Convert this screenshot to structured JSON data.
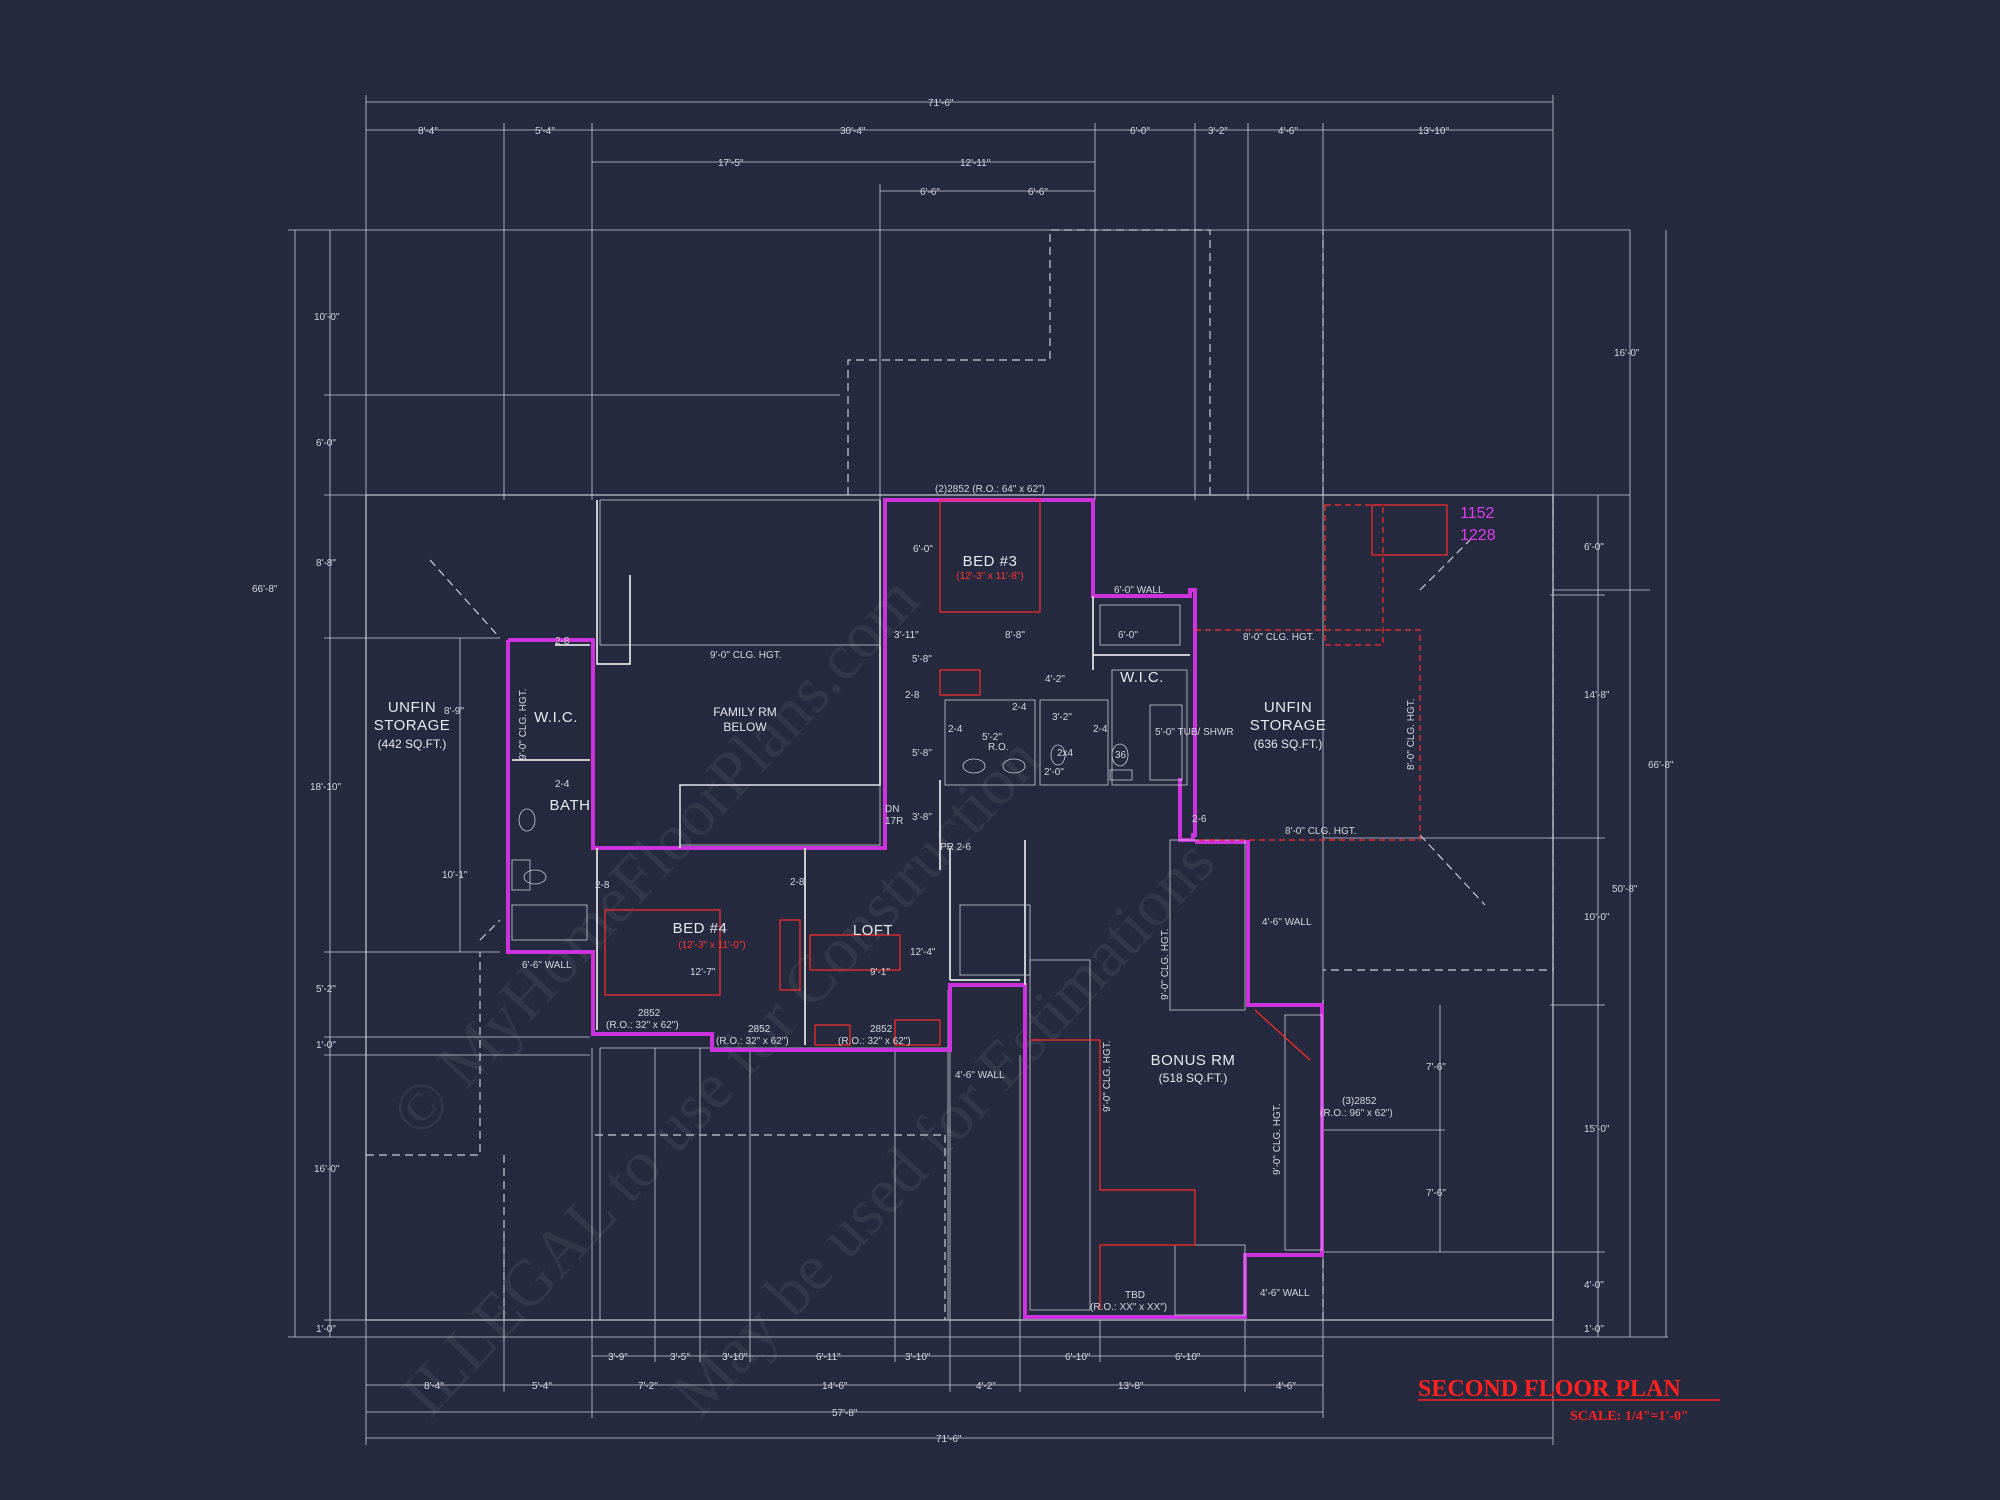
{
  "plan_title": "SECOND FLOOR PLAN",
  "scale": "SCALE: 1/4\"=1'-0\"",
  "watermark": {
    "line1": "© MyHomeFloorPlans.com",
    "line2": "ILLEGAL to use for Construction",
    "line3": "May be used for Estimations"
  },
  "rooms": {
    "unfin_left": {
      "name1": "UNFIN",
      "name2": "STORAGE",
      "area": "(442 SQ.FT.)"
    },
    "unfin_right": {
      "name1": "UNFIN",
      "name2": "STORAGE",
      "area": "(636 SQ.FT.)"
    },
    "wic_left": "W.I.C.",
    "wic_right": "W.I.C.",
    "bath": "BATH",
    "family": {
      "name1": "FAMILY RM",
      "name2": "BELOW"
    },
    "bed3": {
      "name": "BED #3",
      "size": "(12'-3\" x 11'-8\")"
    },
    "bed4": {
      "name": "BED #4",
      "size": "(12'-3\" x 11'-0\")"
    },
    "loft": "LOFT",
    "bonus": {
      "name": "BONUS RM",
      "area": "(518 SQ.FT.)"
    }
  },
  "stair_labels": {
    "dn": "DN",
    "risers": "17R"
  },
  "magenta_labels": [
    "1152",
    "1228"
  ],
  "top_dims": {
    "overall": "71'-6\"",
    "row1": [
      "8'-4\"",
      "5'-4\"",
      "30'-4\"",
      "6'-0\"",
      "3'-2\"",
      "4'-6\"",
      "13'-10\""
    ],
    "row2": [
      "17'-5\"",
      "12'-11\""
    ],
    "row3": [
      "6'-6\"",
      "6'-6\""
    ]
  },
  "bottom_dims": {
    "row1": [
      "3'-9\"",
      "3'-5\"",
      "3'-10\"",
      "6'-11\"",
      "3'-10\"",
      "6'-10\"",
      "6'-10\""
    ],
    "row2": [
      "8'-4\"",
      "5'-4\"",
      "7'-2\"",
      "14'-6\"",
      "4'-2\"",
      "13'-8\"",
      "4'-6\""
    ],
    "row3": "57'-8\"",
    "overall": "71'-6\""
  },
  "left_dims": {
    "overall": "66'-8\"",
    "segments": [
      "10'-0\"",
      "6'-0\"",
      "8'-8\"",
      "18'-10\"",
      "5'-2\"",
      "1'-0\"",
      "16'-0\"",
      "1'-0\""
    ],
    "inner": [
      "8'-9\"",
      "10'-1\""
    ]
  },
  "right_dims": {
    "overall": "66'-8\"",
    "segments": [
      "16'-0\"",
      "6'-0\"",
      "14'-8\"",
      "10'-0\"",
      "15'-0\"",
      "4'-0\"",
      "1'-0\""
    ],
    "sub": "50'-8\"",
    "inner": [
      "7'-6\"",
      "7'-6\""
    ]
  },
  "notes": {
    "clg_left": "9'-0\" CLG. HGT.",
    "clg_family": "9'-0\" CLG. HGT.",
    "clg_right_top": "8'-0\" CLG. HGT.",
    "clg_right_vert": "8'-0\" CLG. HGT.",
    "clg_right_bottom": "8'-0\" CLG. HGT.",
    "clg_bonus1": "9'-0\" CLG. HGT.",
    "clg_bonus2": "9'-0\" CLG. HGT.",
    "clg_bonus3": "9'-0\" CLG. HGT.",
    "wall_left": "6'-6\" WALL",
    "wall_bed3": "6'-0\" WALL",
    "wall_bonus1": "4'-6\" WALL",
    "wall_bonus2": "4'-6\" WALL",
    "wall_bonus3": "4'-6\" WALL",
    "win_bed3": "(2)2852    (R.O.: 64\" x 62\")",
    "win_bed4_a": "2852",
    "win_bed4_b": "(R.O.: 32\" x 62\")",
    "win_mid_a": "2852",
    "win_mid_b": "(R.O.: 32\" x 62\")",
    "win_loft_a": "2852",
    "win_loft_b": "(R.O.: 32\" x 62\")",
    "win_bonus_a": "(3)2852",
    "win_bonus_b": "(R.O.: 96\" x 62\")",
    "tbd_a": "TBD",
    "tbd_b": "(R.O.: XX\" x XX\")",
    "tub": "5'-0\" TUB/ SHWR",
    "ro": "R.O.",
    "pr": "PR 2-6",
    "d_12_4": "12'-4\"",
    "d_12_7": "12'-7\"",
    "d_9_1": "9'-1\"",
    "d_6_0a": "6'-0\"",
    "d_8_8": "8'-8\"",
    "d_6_0b": "6'-0\"",
    "d_3_11": "3'-11\"",
    "d_5_8a": "5'-8\"",
    "d_5_8b": "5'-8\"",
    "d_4_2": "4'-2\"",
    "d_3_2": "3'-2\"",
    "d_5_2": "5'-2\"",
    "d_3_8": "3'-8\"",
    "d_2_0": "2'-0\"",
    "d_2_8a": "2-8",
    "d_2_8b": "2-8",
    "d_2_8c": "2-8",
    "d_2_8d": "2-8",
    "d_2_4a": "2-4",
    "d_2_4b": "2-4",
    "d_2_4c": "2-4",
    "d_2_4d": "2-4",
    "d_2_6": "2-6",
    "d_2x4": "2x4",
    "d_36": "36"
  }
}
